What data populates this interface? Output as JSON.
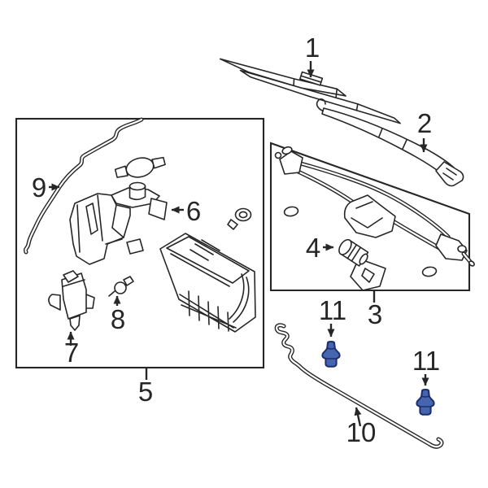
{
  "figure": {
    "kind": "oem-parts-diagram",
    "background": "#ffffff",
    "line_color": "#262626",
    "nozzle_color": {
      "fill": "#4565af",
      "outline": "#1d2c6b"
    },
    "callouts": [
      {
        "id": "c1",
        "label": "1",
        "part": "wiper-blade"
      },
      {
        "id": "c2",
        "label": "2",
        "part": "wiper-arm"
      },
      {
        "id": "c3",
        "label": "3",
        "part": "wiper-linkage-assembly"
      },
      {
        "id": "c4",
        "label": "4",
        "part": "wiper-motor"
      },
      {
        "id": "c5",
        "label": "5",
        "part": "washer-reservoir-assembly"
      },
      {
        "id": "c6",
        "label": "6",
        "part": "washer-reservoir"
      },
      {
        "id": "c7",
        "label": "7",
        "part": "washer-pump"
      },
      {
        "id": "c8",
        "label": "8",
        "part": "washer-grommet"
      },
      {
        "id": "c9",
        "label": "9",
        "part": "washer-hose"
      },
      {
        "id": "c10",
        "label": "10",
        "part": "washer-hose-tube"
      },
      {
        "id": "c11a",
        "label": "11",
        "part": "washer-nozzle"
      },
      {
        "id": "c11b",
        "label": "11",
        "part": "washer-nozzle"
      }
    ]
  }
}
